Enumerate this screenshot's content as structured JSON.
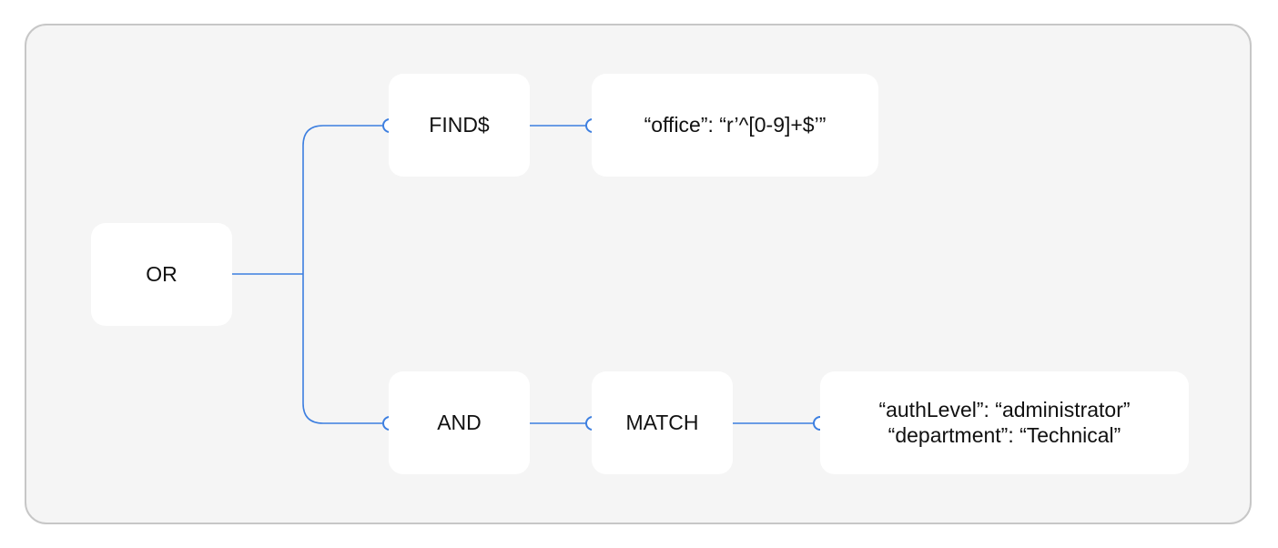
{
  "diagram": {
    "accent_color": "#3d7fe0",
    "nodes": {
      "or": {
        "label": "OR"
      },
      "finds": {
        "label": "FIND$"
      },
      "office_condition": {
        "label": "“office”: “r’^[0-9]+$’”"
      },
      "and": {
        "label": "AND"
      },
      "match": {
        "label": "MATCH"
      },
      "match_fields": {
        "lines": [
          "“authLevel”: “administrator”",
          "“department”: “Technical”"
        ]
      }
    },
    "edges": [
      {
        "from": "or",
        "to": "finds"
      },
      {
        "from": "or",
        "to": "and"
      },
      {
        "from": "finds",
        "to": "office_condition"
      },
      {
        "from": "and",
        "to": "match"
      },
      {
        "from": "match",
        "to": "match_fields"
      }
    ]
  }
}
